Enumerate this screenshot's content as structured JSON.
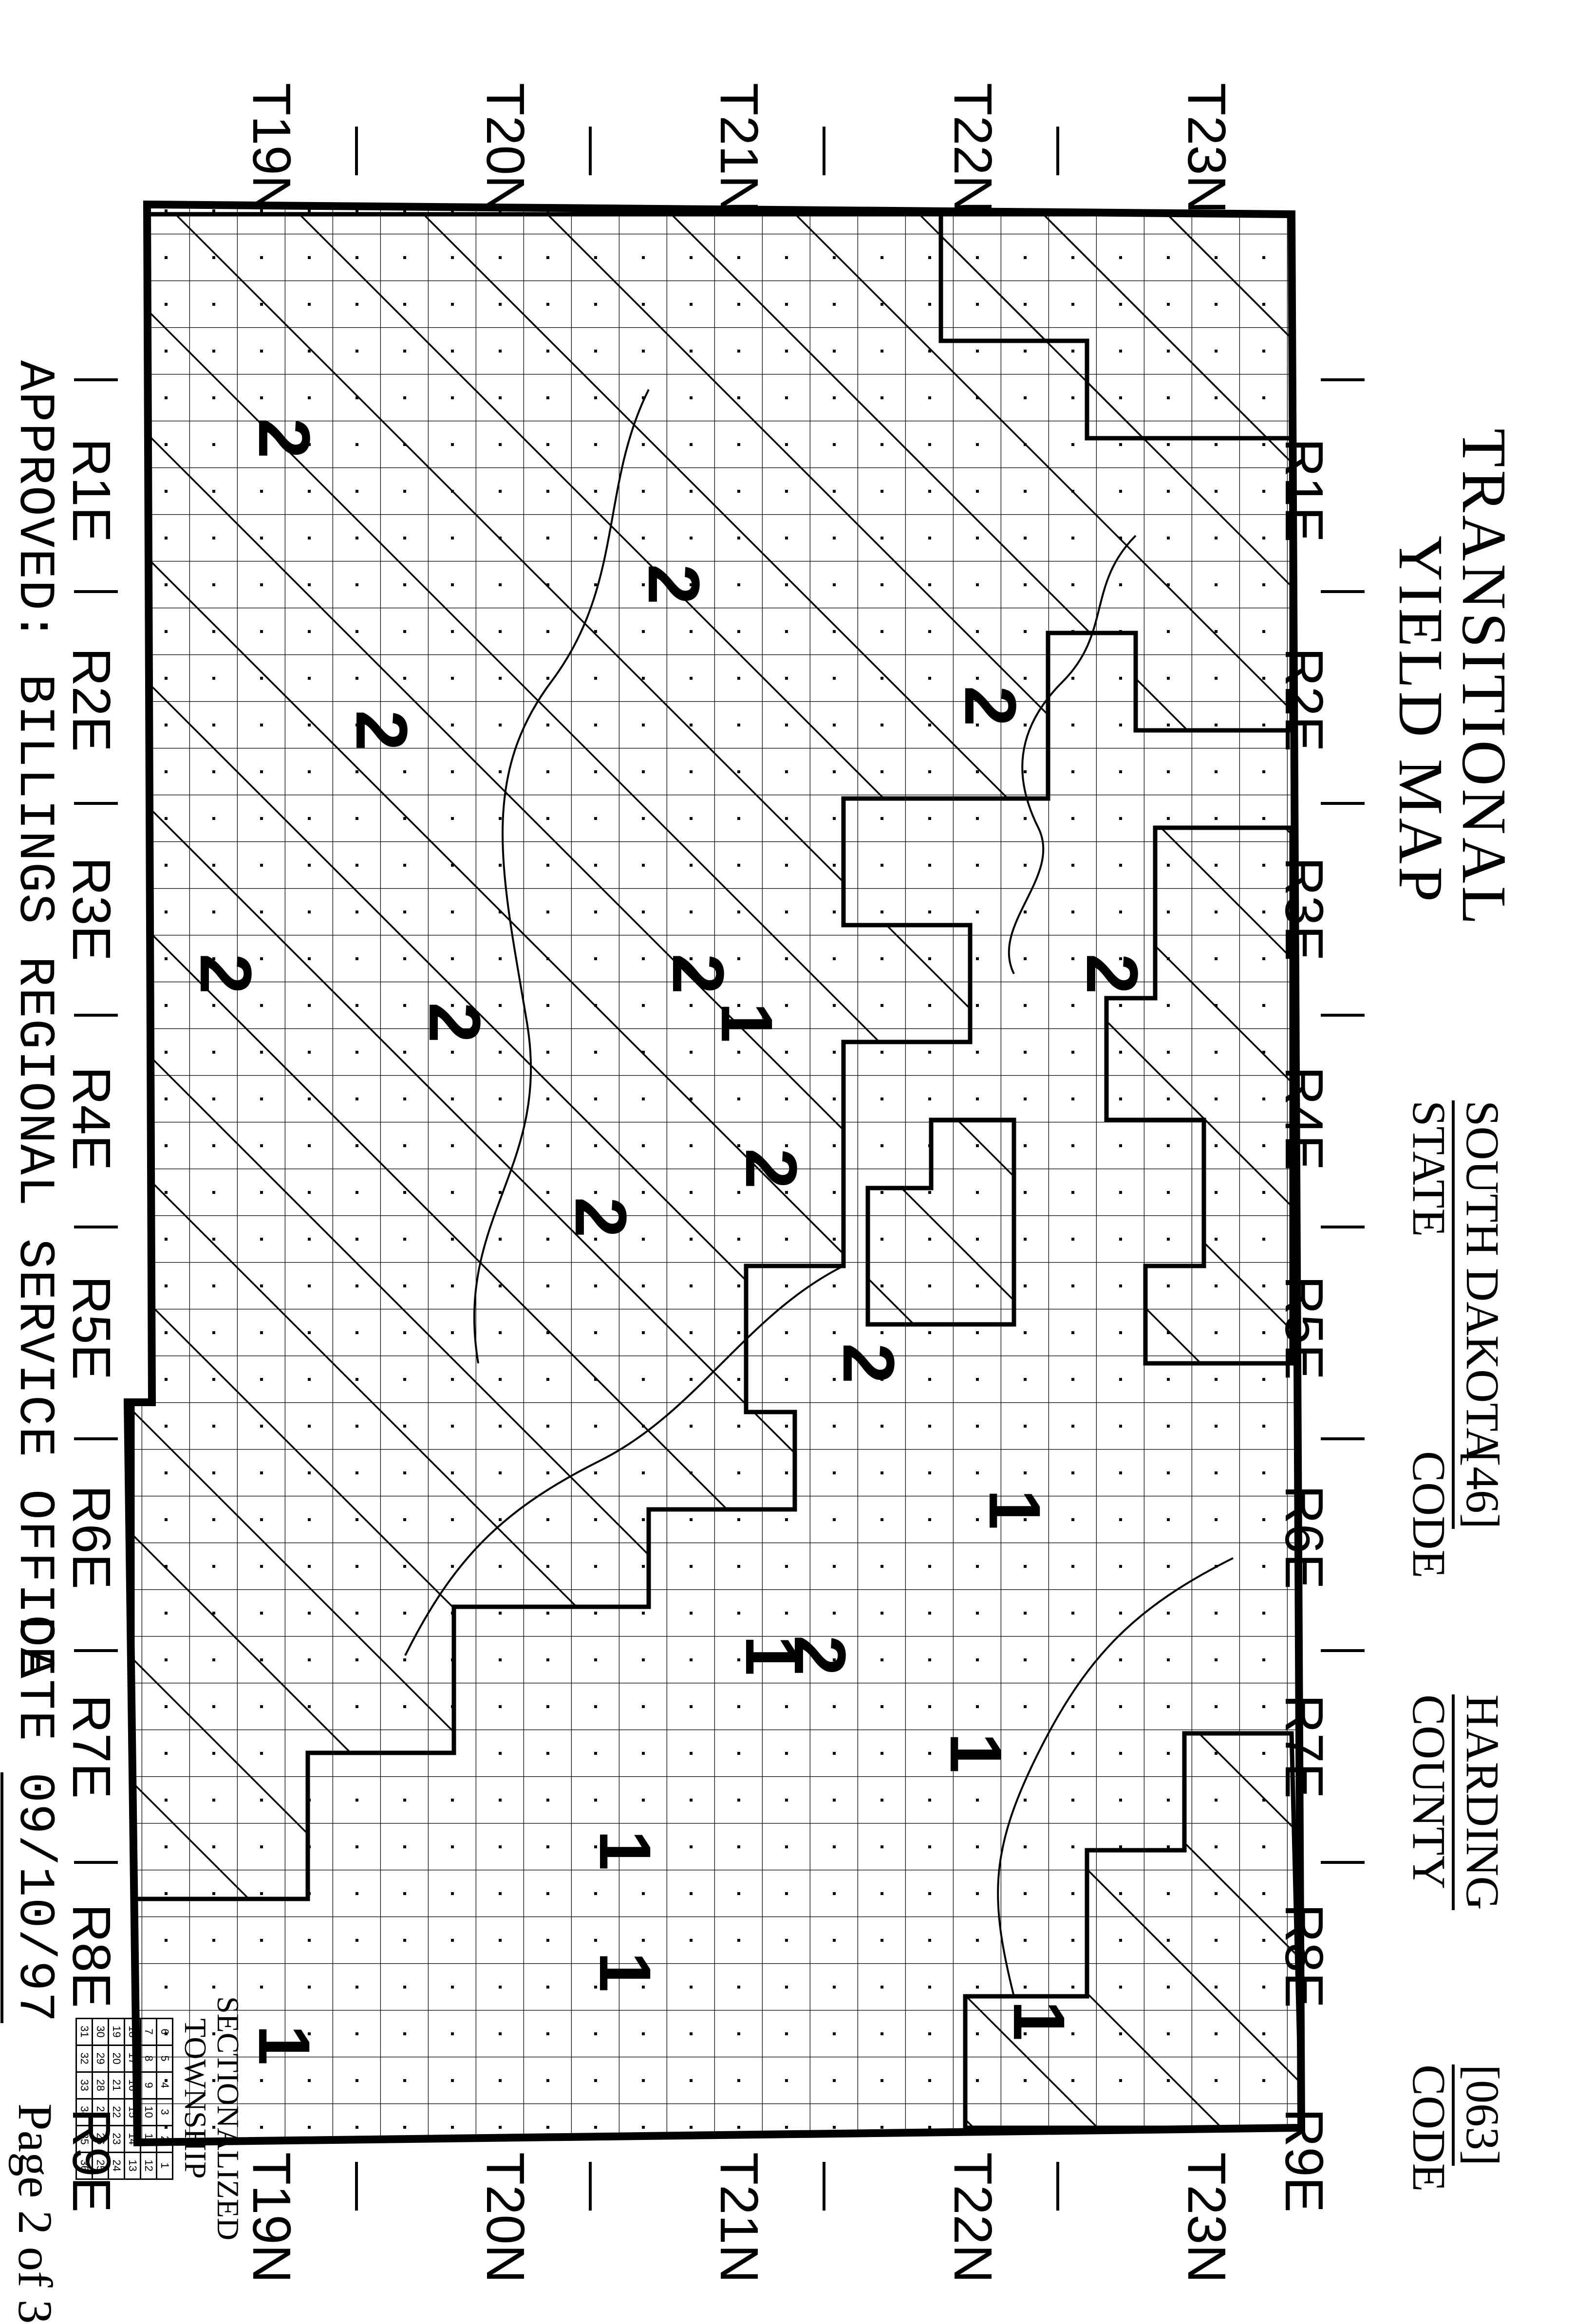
{
  "title": {
    "line1": "TRANSITIONAL",
    "line2": "YIELD MAP"
  },
  "state": {
    "value": "SOUTH DAKOTA",
    "code": "[46]",
    "label": "STATE",
    "code_label": "CODE"
  },
  "county": {
    "value": "HARDING",
    "code": "[063]",
    "label": "COUNTY",
    "code_label": "CODE"
  },
  "legend": {
    "line1": "SECTIONALIZED",
    "line2": "TOWNSHIP",
    "rows": [
      [
        "6",
        "5",
        "4",
        "3",
        "2",
        "1"
      ],
      [
        "7",
        "8",
        "9",
        "10",
        "11",
        "12"
      ],
      [
        "18",
        "17",
        "16",
        "15",
        "14",
        "13"
      ],
      [
        "19",
        "20",
        "21",
        "22",
        "23",
        "24"
      ],
      [
        "30",
        "29",
        "28",
        "27",
        "26",
        "25"
      ],
      [
        "31",
        "32",
        "33",
        "34",
        "35",
        "36"
      ]
    ]
  },
  "ranges": [
    "R1E",
    "R2E",
    "R3E",
    "R4E",
    "R5E",
    "R6E",
    "R7E",
    "R8E",
    "R9E"
  ],
  "townships": [
    "T23N",
    "T22N",
    "T21N",
    "T20N",
    "T19N"
  ],
  "approved": "APPROVED: BILLINGS REGIONAL SERVICE OFFICE",
  "date_label": "DATE",
  "date_value": "09/10/97",
  "page_label": "Page 2 of 3",
  "zone_labels": [
    "2",
    "2",
    "2",
    "2",
    "2",
    "2",
    "2",
    "2",
    "2",
    "2",
    "2",
    "2",
    "2",
    "1",
    "1",
    "1",
    "1",
    "1",
    "1",
    "1",
    "1"
  ]
}
